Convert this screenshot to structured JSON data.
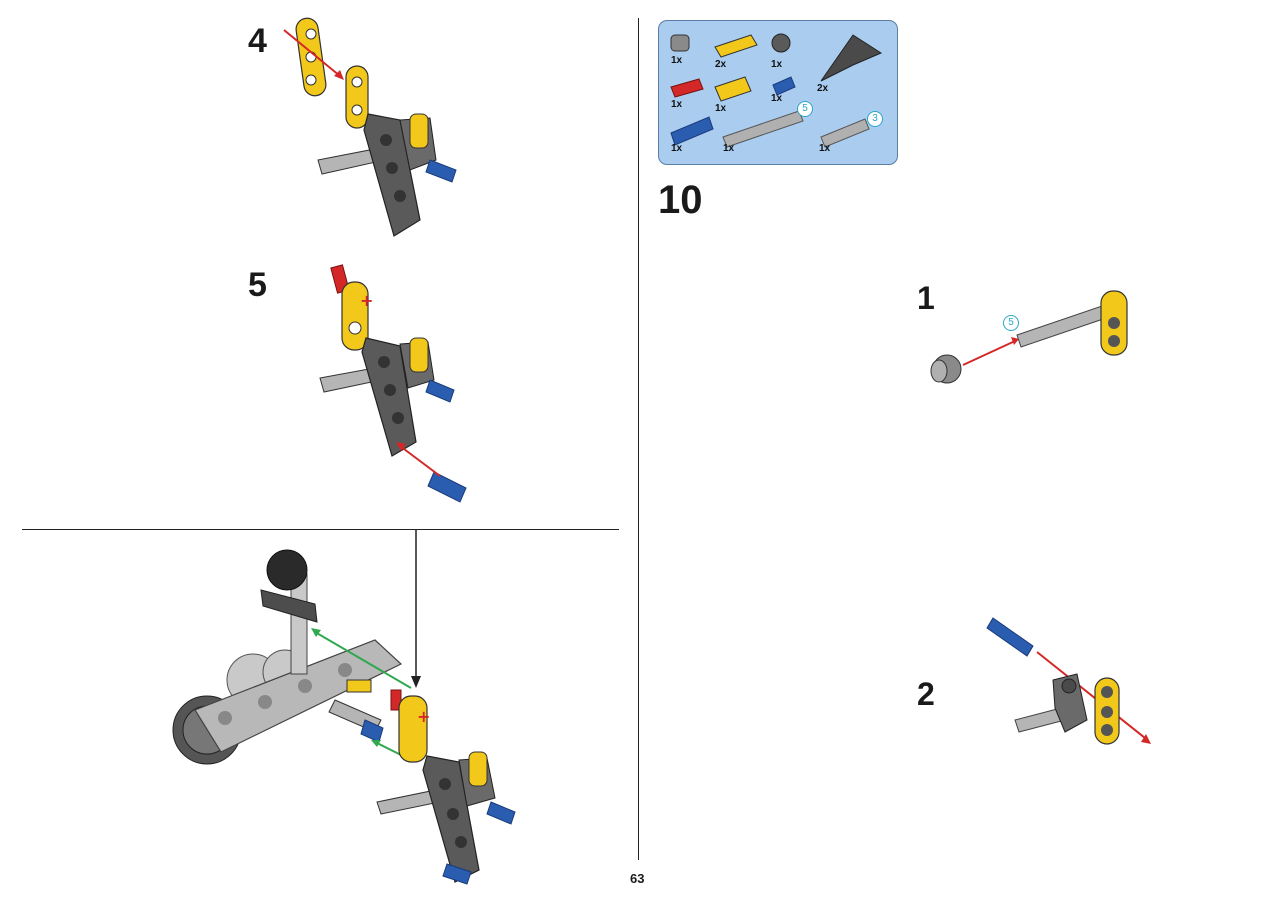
{
  "page": {
    "number": "63"
  },
  "left_steps": [
    {
      "number": "4"
    },
    {
      "number": "5"
    }
  ],
  "step": {
    "number": "10"
  },
  "parts_list": {
    "items": [
      {
        "qty": "1x",
        "name": "bush-dark-gray",
        "color": "#8a8a8a"
      },
      {
        "qty": "2x",
        "name": "beam-3-yellow",
        "color": "#f2c81a"
      },
      {
        "qty": "1x",
        "name": "axle-pin-connector-dark-gray",
        "color": "#5a5a5a"
      },
      {
        "qty": "2x",
        "name": "triangle-beam-dark-gray",
        "color": "#4a4a4a"
      },
      {
        "qty": "1x",
        "name": "axle-pin-red",
        "color": "#d42828"
      },
      {
        "qty": "1x",
        "name": "beam-2-yellow",
        "color": "#f2c81a"
      },
      {
        "qty": "1x",
        "name": "pin-short-blue",
        "color": "#2a5db0"
      },
      {
        "qty": "1x",
        "name": "pin-long-blue",
        "color": "#2a5db0"
      },
      {
        "qty": "1x",
        "name": "axle-5-gray",
        "color": "#9a9a9a",
        "length": "5"
      },
      {
        "qty": "1x",
        "name": "axle-3-gray",
        "color": "#9a9a9a",
        "length": "3"
      }
    ]
  },
  "substeps": [
    {
      "number": "1",
      "axle_length": "5"
    },
    {
      "number": "2"
    }
  ],
  "colors": {
    "yellow": "#f2c81a",
    "dark_gray": "#4d4d4d",
    "light_gray": "#b5b5b5",
    "blue": "#2a5db0",
    "red_arrow": "#d42828",
    "green_arrow": "#2fa84f",
    "parts_bg": "#a9ccef"
  }
}
